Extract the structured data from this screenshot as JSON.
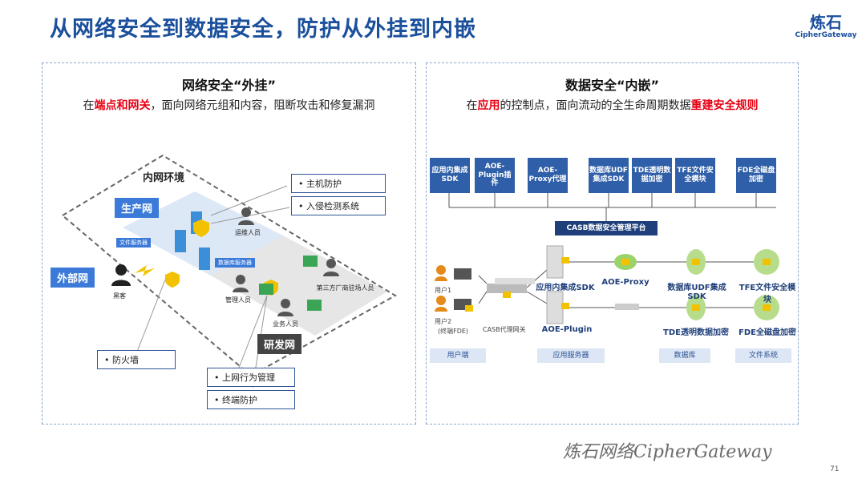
{
  "title": "从网络安全到数据安全，防护从外挂到内嵌",
  "logo": {
    "cn": "炼石",
    "en": "CipherGateway"
  },
  "left": {
    "title": "网络安全“外挂”",
    "sub_pre": "在",
    "sub_red": "端点和网关",
    "sub_post": "，面向网络元组和内容，阻断攻击和修复漏洞",
    "inner_env": "内网环境",
    "prod_net": "生产网",
    "ext_net": "外部网",
    "dev_net": "研发网",
    "file_server": "文件服务器",
    "db_server": "数据库服务器",
    "ops": "运维人员",
    "hacker": "黑客",
    "manager": "管理人员",
    "third_party": "第三方厂商驻场人员",
    "business": "业务人员",
    "boxes": [
      "主机防护",
      "入侵检测系统",
      "防火墙",
      "上网行为管理",
      "终端防护"
    ]
  },
  "right": {
    "title": "数据安全“内嵌”",
    "sub_pre": "在",
    "sub_red1": "应用",
    "sub_mid": "的控制点，面向流动的全生命周期数据",
    "sub_red2": "重建安全规则",
    "components": [
      "应用内集成SDK",
      "AOE-Plugin插件",
      "AOE-Proxy代理",
      "数据库UDF集成SDK",
      "TDE透明数据加密",
      "TFE文件安全模块",
      "FDE全磁盘加密"
    ],
    "casb": "CASB数据安全管理平台",
    "user1": "用户1",
    "user2": "用户2",
    "user2_note": "(终端FDE)",
    "casb_gw": "CASB代理网关",
    "nodes": {
      "app_sdk": "应用内集成SDK",
      "aoe_plugin": "AOE-Plugin",
      "aoe_proxy": "AOE-Proxy",
      "db_udf": "数据库UDF集成SDK",
      "tde": "TDE透明数据加密",
      "tfe": "TFE文件安全模块",
      "fde": "FDE全磁盘加密"
    },
    "bottom_tags": [
      "用户端",
      "应用服务器",
      "数据库",
      "文件系统"
    ]
  },
  "watermark": "炼石网络CipherGateway",
  "page_number": "71",
  "colors": {
    "title_blue": "#1a4f9c",
    "accent_red": "#e60012",
    "comp_blue": "#2f5fa8"
  }
}
